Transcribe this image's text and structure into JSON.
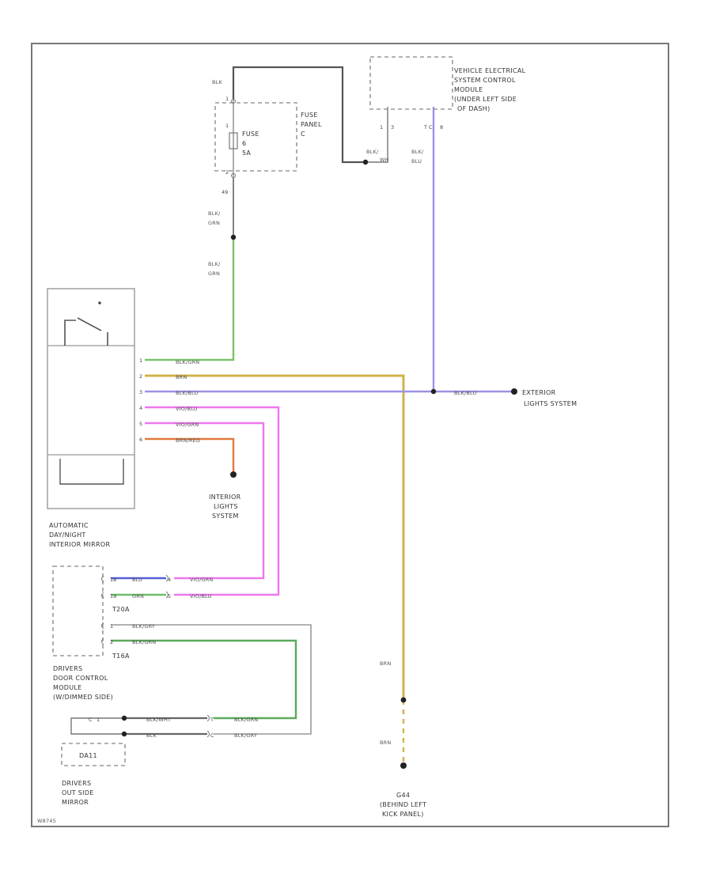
{
  "colors": {
    "border": "#777777",
    "wire_black": "#555555",
    "wire_green": "#7bc26b",
    "wire_yellow": "#d2b24a",
    "wire_blue": "#9a92e6",
    "wire_pink": "#ee77ee",
    "wire_orange": "#e07a3c",
    "wire_grey": "#9a9a9a"
  },
  "components": {
    "fuse": {
      "name": "FUSE",
      "number": "6",
      "rating": "5A",
      "panel": [
        "FUSE",
        "PANEL",
        "C"
      ]
    },
    "vescm": [
      "VEHICLE ELECTRICAL",
      "SYSTEM CONTROL",
      "MODULE",
      "(UNDER LEFT SIDE",
      "OF DASH)"
    ],
    "mirror": [
      "AUTOMATIC",
      "DAY/NIGHT",
      "INTERIOR MIRROR"
    ],
    "interior_lights": [
      "INTERIOR",
      "LIGHTS",
      "SYSTEM"
    ],
    "exterior_lights": [
      "EXTERIOR",
      "LIGHTS SYSTEM"
    ],
    "door_module": [
      "DRIVERS",
      "DOOR CONTROL",
      "MODULE",
      "(W/DIMMED SIDE)"
    ],
    "outside_mirror": [
      "DRIVERS",
      "OUT SIDE",
      "MIRROR"
    ],
    "outside_mirror_conn": "DA11",
    "ground": [
      "G44",
      "(BEHIND LEFT",
      "KICK PANEL)"
    ],
    "connector_t20a": "T20A",
    "connector_t16a": "T16A",
    "footer_code": "W8745"
  },
  "wire_labels": {
    "blk_top": "BLK",
    "blk_grn_1": [
      "BLK/",
      "GRN"
    ],
    "blk_grn_2": [
      "BLK/",
      "GRN"
    ],
    "blk_vescm_1": [
      "BLK/",
      "WH"
    ],
    "blk_blu": [
      "BLK/",
      "BLU"
    ],
    "mirror_w1": "BLK/GRN",
    "mirror_w2": "BRN",
    "mirror_w3": "BLK/BLU",
    "mirror_w4": "VIO/BLU",
    "mirror_w5": "VIO/GRN",
    "mirror_w6": "BRN/RED",
    "ext_blk_blu": "BLK/BLU",
    "door_w1": "BLU",
    "door_w2": "GRN",
    "door_w3": "VIO/GRN",
    "door_w4": "VIO/BLU",
    "door_w5": "BLK/GRY",
    "door_w6": "BLK/GRN",
    "om_w1": "BLK/WHT",
    "om_w2": "BLK",
    "om_w3": "BLK/GRN",
    "om_w4": "BLK/GRY",
    "brn_1": "BRN",
    "brn_2": "BRN"
  },
  "pins": {
    "fuse_in": "1",
    "fuse_out": "2",
    "fuse_mid": "1",
    "p49": "49",
    "vescm_a": "1",
    "vescm_b": "3",
    "vescm_c": "T C",
    "vescm_d": "8",
    "m1": "1",
    "m2": "2",
    "m3": "3",
    "m4": "4",
    "m5": "5",
    "m6": "6",
    "d18": "18",
    "d19": "19",
    "d1": "1",
    "d2": "2",
    "d4": "4",
    "d5": "5",
    "c_a": "C",
    "c_b": "1",
    "c_c": "T",
    "c_d": "C"
  }
}
